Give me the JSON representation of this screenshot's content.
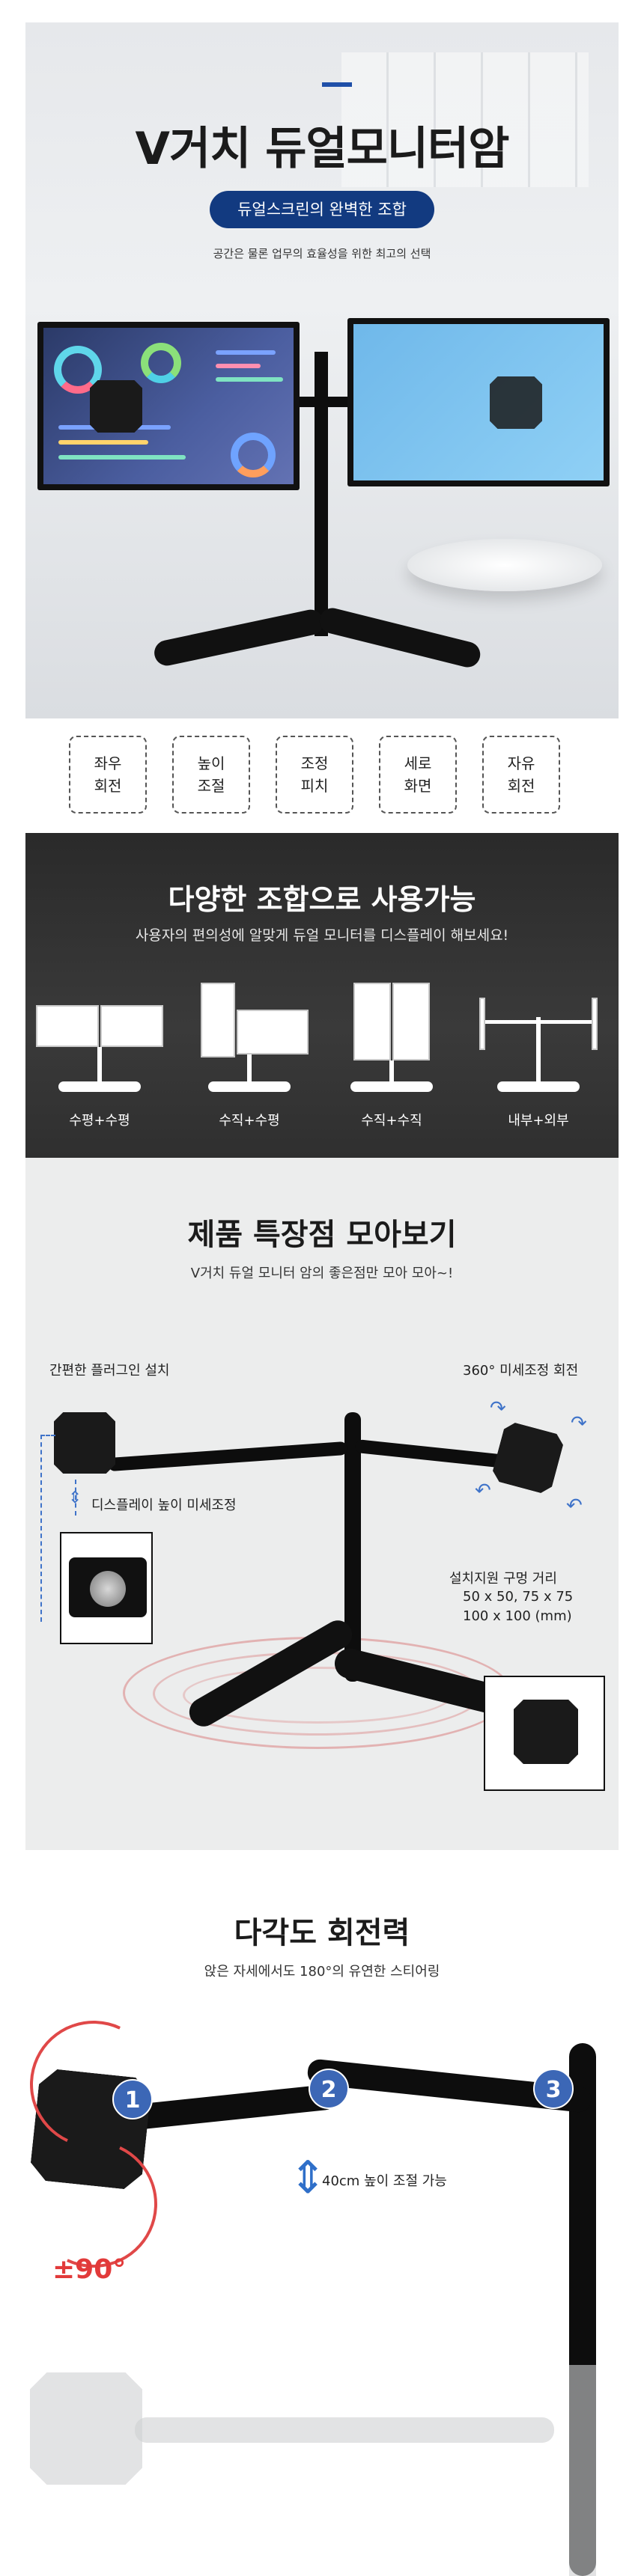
{
  "hero": {
    "title": "V거치 듀얼모니터암",
    "pill": "듀얼스크린의 완벽한 조합",
    "subtitle": "공간은 물론 업무의 효율성을 위한 최고의 선택"
  },
  "features_badges": [
    {
      "line1": "좌우",
      "line2": "회전"
    },
    {
      "line1": "높이",
      "line2": "조절"
    },
    {
      "line1": "조정",
      "line2": "피치"
    },
    {
      "line1": "세로",
      "line2": "화면"
    },
    {
      "line1": "자유",
      "line2": "회전"
    }
  ],
  "combos": {
    "title": "다양한 조합으로 사용가능",
    "subtitle": "사용자의 편의성에 알맞게 듀얼 모니터를 디스플레이 해보세요!",
    "items": [
      {
        "label": "수평+수평"
      },
      {
        "label": "수직+수평"
      },
      {
        "label": "수직+수직"
      },
      {
        "label": "내부+외부"
      }
    ]
  },
  "overview": {
    "title": "제품 특장점 모아보기",
    "subtitle": "V거치 듀얼 모니터 암의 좋은점만 모아 모아~!",
    "plugin_label": "간편한 플러그인 설치",
    "rotation_label": "360° 미세조정 회전",
    "height_label": "디스플레이 높이 미세조정",
    "vesa_title": "설치지원 구멍 거리",
    "vesa_line1": "50 x 50, 75 x 75",
    "vesa_line2": "100 x 100 (mm)"
  },
  "angle": {
    "title": "다각도 회전력",
    "subtitle": "앉은 자세에서도 180°의 유연한 스티어링",
    "joints": [
      "1",
      "2",
      "3"
    ],
    "height_note": "40cm 높이 조절 가능",
    "degree": "±90°"
  },
  "colors": {
    "accent_blue": "#123a80",
    "joint_blue": "#3c67b6",
    "rotation_red": "#e23a3a",
    "dark_panel": "#2f2f2f"
  }
}
